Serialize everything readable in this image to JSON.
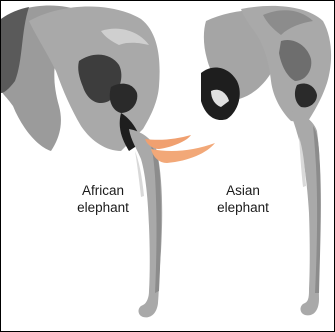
{
  "labels": {
    "african": {
      "line1": "African",
      "line2": "elephant"
    },
    "asian": {
      "line1": "Asian",
      "line2": "elephant"
    }
  },
  "colors": {
    "skin_light": "#a9a9a9",
    "skin_mid": "#8c8c8c",
    "skin_dark": "#3d3d3d",
    "skin_black": "#1e1e1e",
    "tusk": "#f0a070",
    "highlight": "#d9d9d9",
    "border": "#000000"
  }
}
